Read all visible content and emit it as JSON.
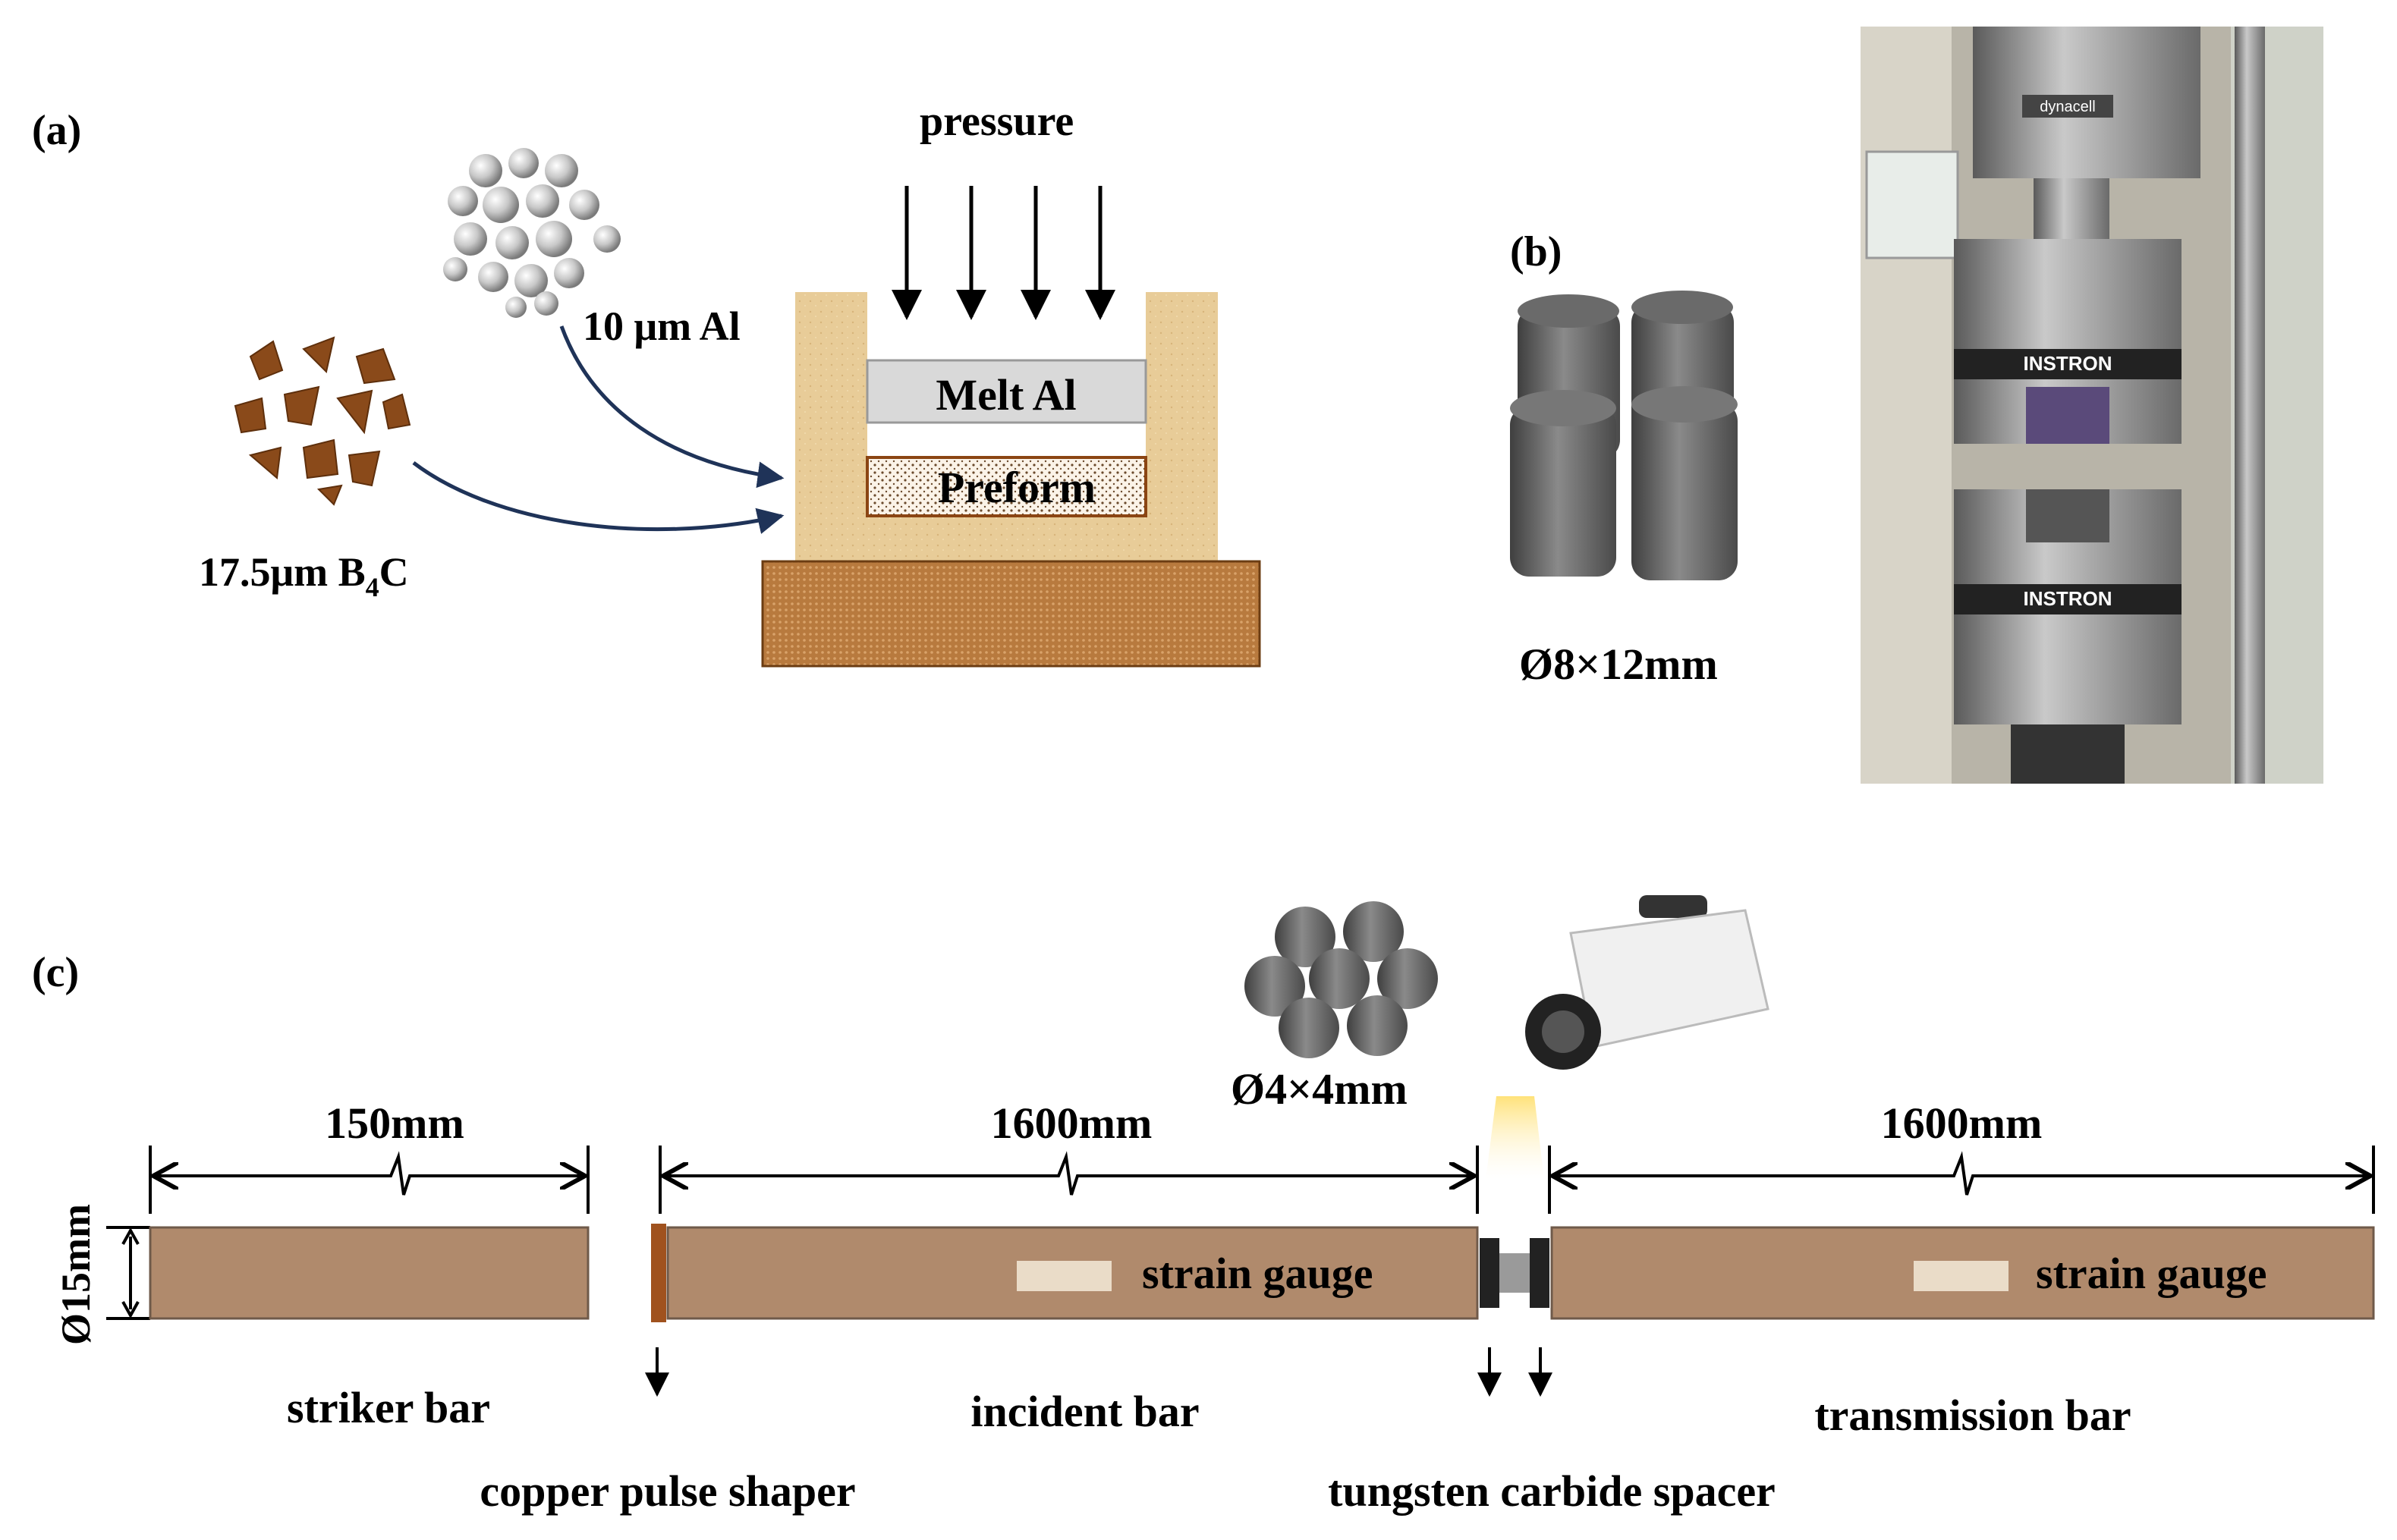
{
  "panel_a": {
    "label": "(a)",
    "pressure_label": "pressure",
    "al_powder_label": "10 μm Al",
    "b4c_label_main": "17.5μm B",
    "b4c_label_sub": "4",
    "b4c_label_tail": "C",
    "melt_label": "Melt Al",
    "preform_label": "Preform"
  },
  "panel_b": {
    "label": "(b)",
    "sample_dim": "Ø8×12mm",
    "machine_brand_top": "dynacell",
    "machine_brand": "INSTRON"
  },
  "panel_c": {
    "label": "(c)",
    "sample_dim": "Ø4×4mm",
    "diameter_label": "Ø15mm",
    "striker_length": "150mm",
    "incident_length": "1600mm",
    "transmission_length": "1600mm",
    "strain_gauge_1": "strain gauge",
    "strain_gauge_2": "strain gauge",
    "striker_bar": "striker bar",
    "incident_bar": "incident bar",
    "transmission_bar": "transmission bar",
    "copper_pulse_shaper": "copper pulse shaper",
    "tungsten_spacer": "tungsten carbide spacer"
  },
  "colors": {
    "bar_brown": "#b08a6c",
    "copper": "#a0521e",
    "mold_tan": "#e8cc98",
    "base_brown": "#b87a3e",
    "melt_gray": "#d9d9d9",
    "arrow_navy": "#1f3358",
    "gauge_fill": "#eadcc8"
  }
}
